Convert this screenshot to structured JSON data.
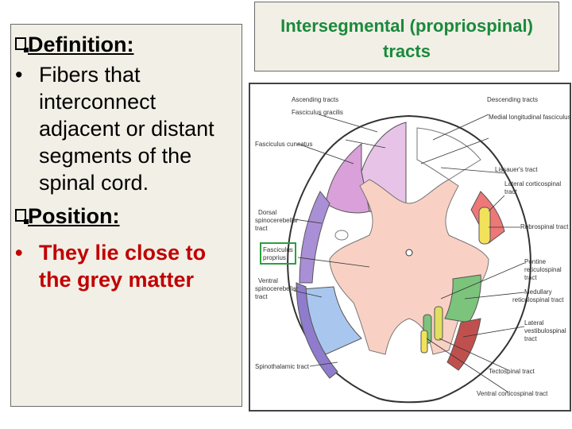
{
  "left": {
    "definition_heading": "Definition:",
    "definition_text_lines": [
      "Fibers that",
      "interconnect",
      "adjacent or distant",
      "segments of the",
      "spinal cord."
    ],
    "position_heading": "Position:",
    "position_text_lines": [
      "They lie close to",
      "the grey matter"
    ]
  },
  "title": {
    "line1": "Intersegmental (propriospinal)",
    "line2": "tracts"
  },
  "figure": {
    "labels": {
      "ascending": "Ascending tracts",
      "gracilis": "Fasciculus gracilis",
      "cuneatus": "Fasciculus cuneatus",
      "dorsal_sc1": "Dorsal",
      "dorsal_sc2": "spinocerebellar",
      "dorsal_sc3": "tract",
      "fasc_prop1": "Fasciculus",
      "fasc_prop2": "proprius",
      "ventral_sc1": "Ventral",
      "ventral_sc2": "spinocerebellar",
      "ventral_sc3": "tract",
      "spinothalamic": "Spinothalamic tract",
      "descending": "Descending tracts",
      "mlf": "Medial longitudinal fasciculus",
      "lissauer": "Lissauer's tract",
      "lat_cs1": "Lateral corticospinal",
      "lat_cs2": "tract",
      "rubrospinal": "Rubrospinal tract",
      "pontine1": "Pontine",
      "pontine2": "reticulospinal",
      "pontine3": "tract",
      "medullary1": "Medullary",
      "medullary2": "reticulospinal tract",
      "lat_vest1": "Lateral",
      "lat_vest2": "vestibulospinal",
      "lat_vest3": "tract",
      "tectospinal": "Tectospinal tract",
      "ventral_cs": "Ventral corticospinal tract"
    }
  }
}
